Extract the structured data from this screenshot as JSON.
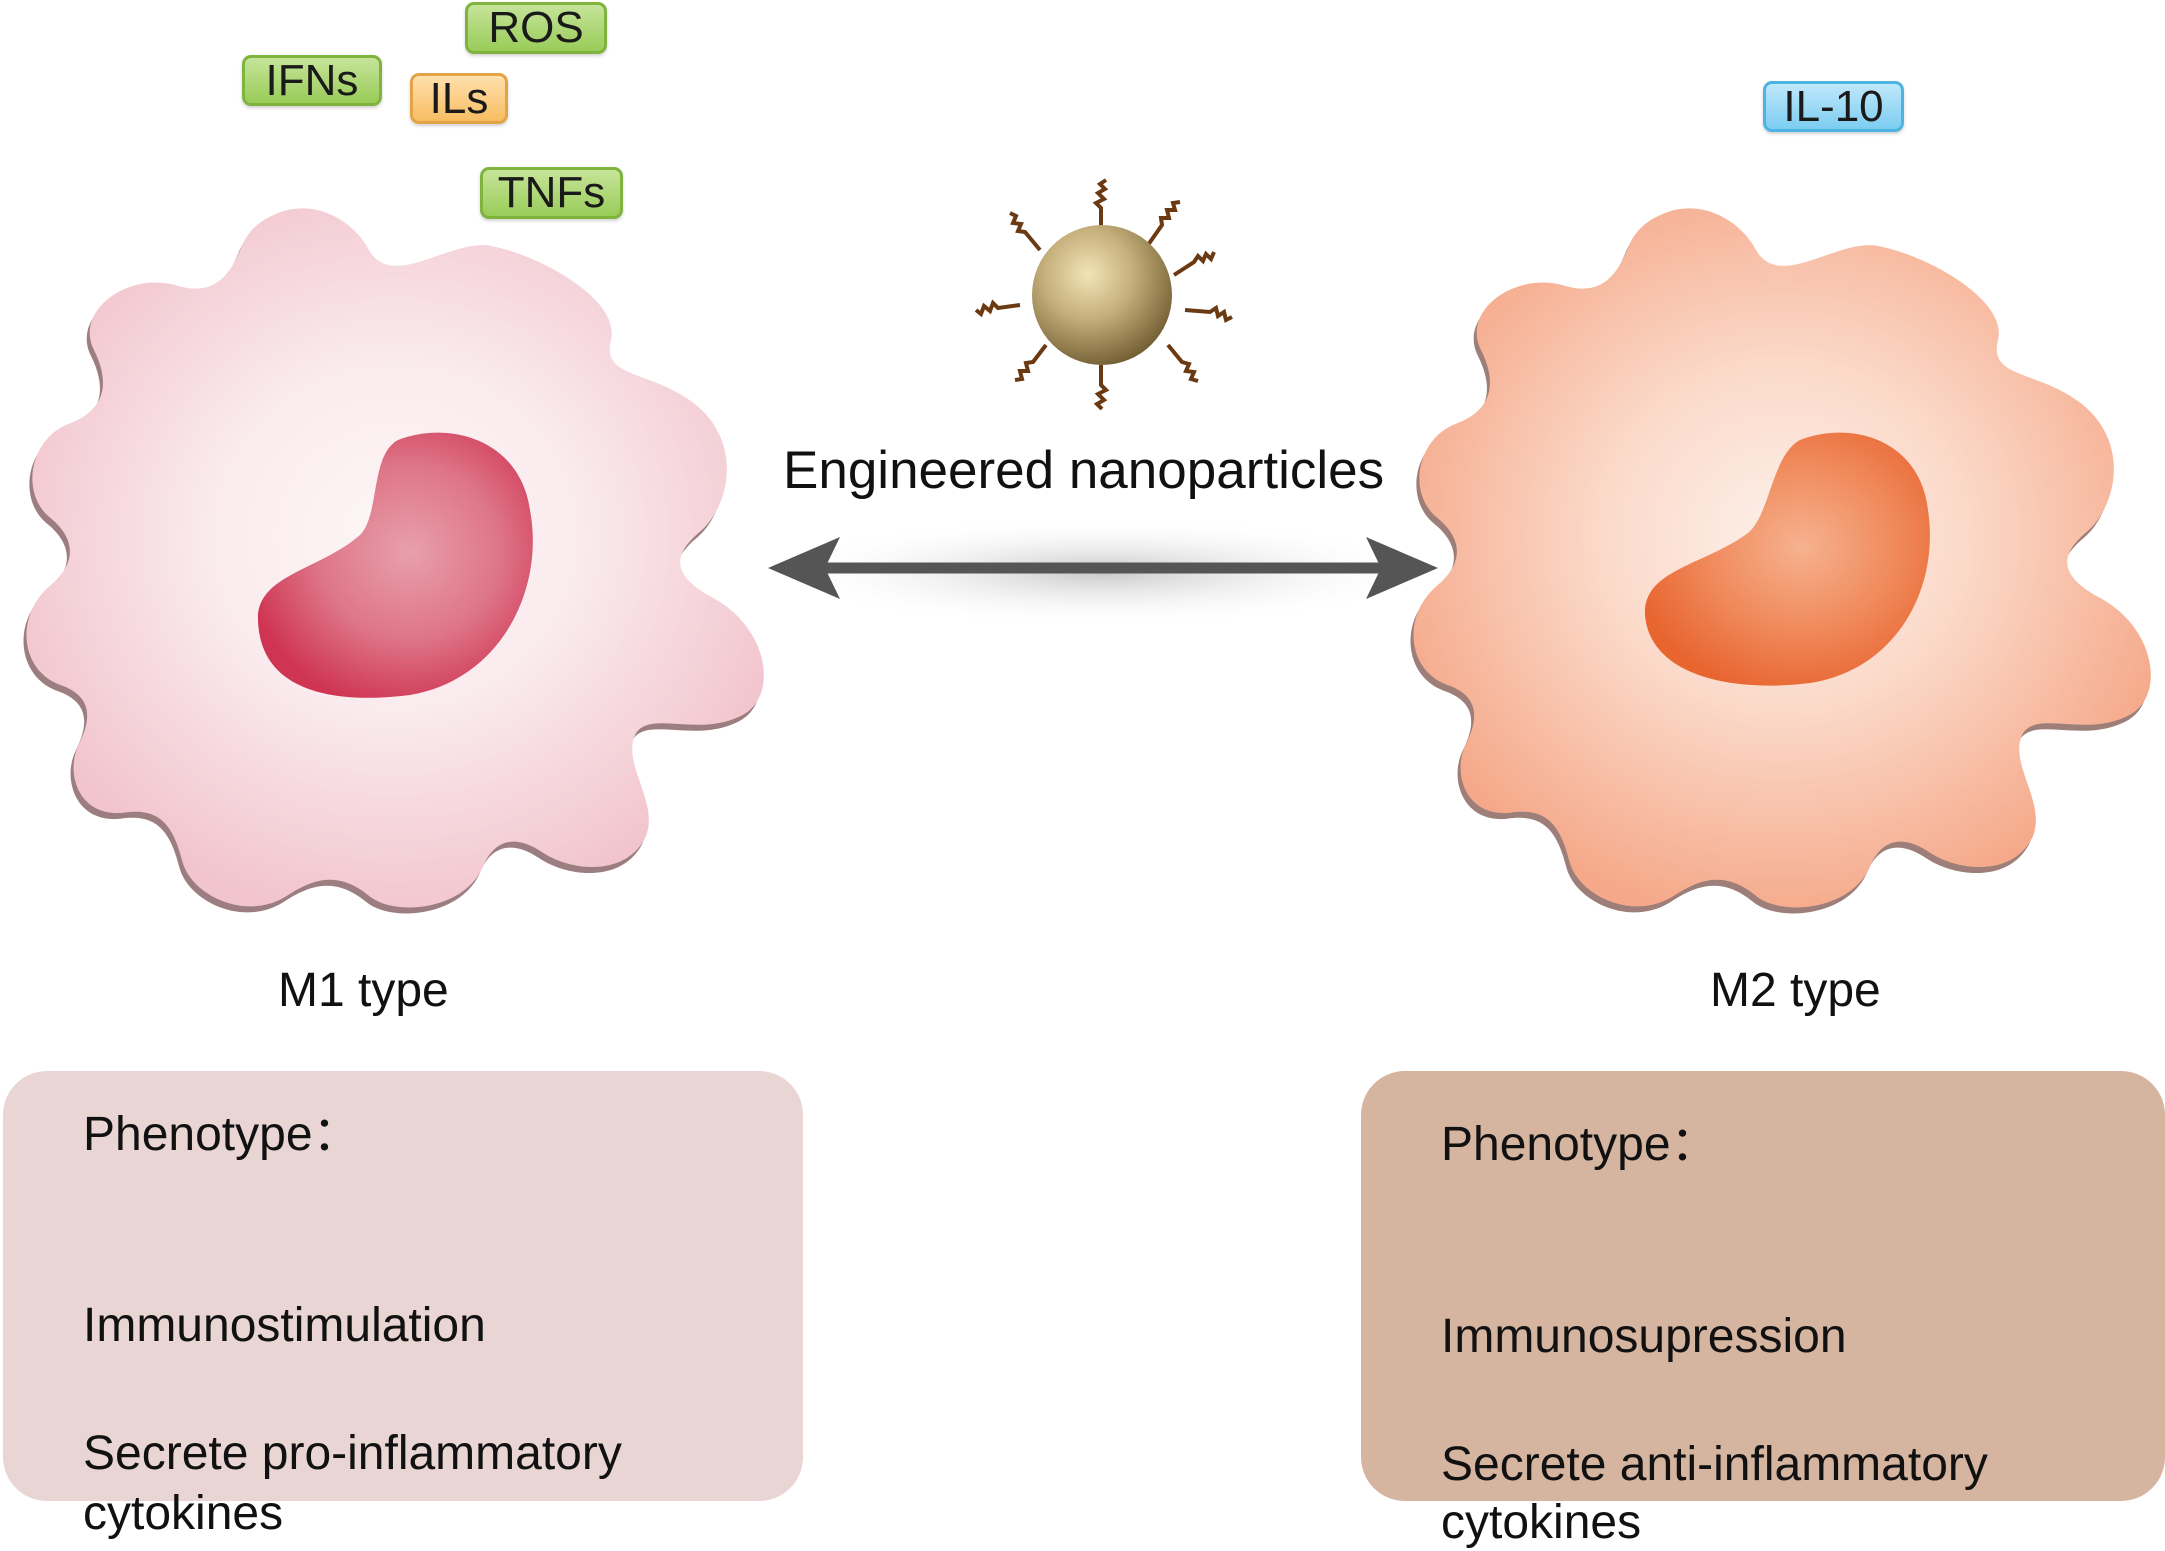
{
  "cytokine_tags": {
    "ifns": "IFNs",
    "ros": "ROS",
    "ils": "ILs",
    "tnfs": "TNFs",
    "il10": "IL-10"
  },
  "center": {
    "nanoparticle_label": "Engineered nanoparticles"
  },
  "m1": {
    "type_label": "M1 type",
    "panel": {
      "heading": "Phenotype：",
      "line1": "Immunostimulation",
      "line2": "Secrete pro-inflammatory",
      "line3": "cytokines"
    }
  },
  "m2": {
    "type_label": "M2 type",
    "panel": {
      "heading": "Phenotype：",
      "line1": "Immunosupression",
      "line2": "Secrete anti-inflammatory",
      "line3": "cytokines"
    }
  },
  "colors": {
    "m1_cell": "#f4c8cf",
    "m1_nucleus": "#d03a55",
    "m2_cell": "#f7ad90",
    "m2_nucleus": "#ec6c3c",
    "m1_panel": "#ead5d5",
    "m2_panel": "#d5b4a0",
    "arrow": "#555555",
    "nanoparticle": "#b4a067"
  }
}
